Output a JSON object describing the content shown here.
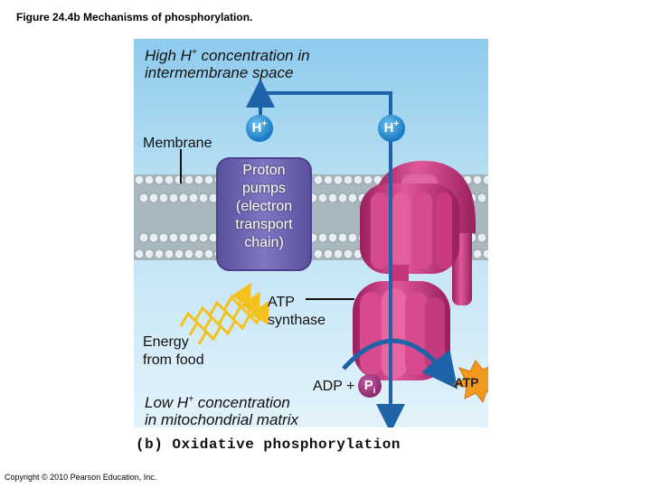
{
  "figure_title": "Figure 24.4b  Mechanisms of phosphorylation.",
  "labels": {
    "high_conc_line1_pre": "High H",
    "high_conc_sup": "+",
    "high_conc_line1_post": " concentration in",
    "high_conc_line2": "intermembrane space",
    "membrane": "Membrane",
    "proton_pumps": "Proton pumps (electron transport chain)",
    "atp_synthase_line1": "ATP",
    "atp_synthase_line2": "synthase",
    "energy_line1": "Energy",
    "energy_line2": "from food",
    "adp_plus": "ADP +",
    "pi_main": "P",
    "pi_sub": "i",
    "atp": "ATP",
    "low_conc_line1_pre": "Low H",
    "low_conc_sup": "+",
    "low_conc_line1_post": " concentration",
    "low_conc_line2": "in mitochondrial matrix",
    "hplus_main": "H",
    "hplus_sup": "+"
  },
  "caption": "(b) Oxidative phosphorylation",
  "copyright": "Copyright © 2010 Pearson Education, Inc.",
  "colors": {
    "intermembrane_blue": "#9fd2ee",
    "matrix_blue": "#cfe9f6",
    "membrane_band": "#a9b7bf",
    "pump_purple": "#6d63b3",
    "synthase_magenta": "#c8327a",
    "arrow_blue": "#1e63a8",
    "energy_yellow": "#f3c21e",
    "atp_star": "#f39a1e"
  }
}
